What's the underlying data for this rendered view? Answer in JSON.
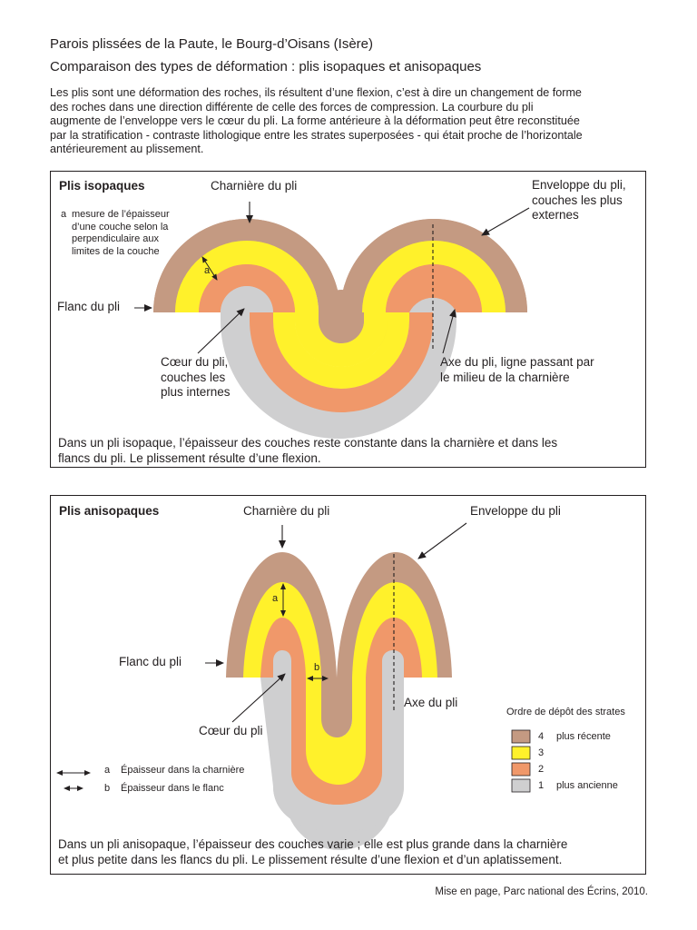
{
  "header": {
    "title": "Parois plissées de la Paute, le Bourg-d’Oisans (Isère)",
    "subtitle": "Comparaison des types de déformation : plis isopaques et anisopaques",
    "intro_lines": [
      "Les plis sont une déformation des roches, ils résultent d’une flexion, c’est à dire un changement de forme",
      "des roches dans une direction différente de celle des forces de compression. La courbure du pli",
      "augmente de l’enveloppe vers le cœur du pli. La forme antérieure à la déformation peut être reconstituée",
      "par la stratification - contraste lithologique entre les strates superposées - qui était proche de l’horizontale",
      "antérieurement au plissement."
    ]
  },
  "colors": {
    "layer4": "#c49a82",
    "layer3": "#fff12b",
    "layer2": "#f0986a",
    "layer1": "#cfcfd0",
    "ink": "#231f20"
  },
  "iso": {
    "title": "Plis isopaques",
    "charniere": "Charnière du pli",
    "enveloppe_lines": [
      "Enveloppe du pli,",
      "couches les plus",
      "externes"
    ],
    "a_marker": "a",
    "a_desc_lines": [
      "mesure de l’épaisseur",
      "d’une couche selon la",
      "perpendiculaire aux",
      "limites de la couche"
    ],
    "flanc": "Flanc du pli",
    "coeur_lines": [
      "Cœur du pli,",
      "couches les",
      "plus internes"
    ],
    "axe_lines": [
      "Axe du pli, ligne passant par",
      "le milieu de la charnière"
    ],
    "caption_lines": [
      "Dans un pli isopaque, l’épaisseur des couches reste constante dans la charnière et dans les",
      "flancs du pli. Le plissement résulte d’une flexion."
    ]
  },
  "aniso": {
    "title": "Plis anisopaques",
    "charniere": "Charnière du pli",
    "enveloppe": "Enveloppe du pli",
    "flanc": "Flanc du pli",
    "coeur": "Cœur du pli",
    "axe": "Axe du pli",
    "a_marker": "a",
    "b_marker": "b",
    "key_a_desc": "Épaisseur dans la charnière",
    "key_b_desc": "Épaisseur dans le flanc",
    "legend_title": "Ordre de dépôt des strates",
    "legend": [
      {
        "num": "4",
        "desc": "plus récente"
      },
      {
        "num": "3",
        "desc": ""
      },
      {
        "num": "2",
        "desc": ""
      },
      {
        "num": "1",
        "desc": "plus ancienne"
      }
    ],
    "caption_lines": [
      "Dans un pli anisopaque, l’épaisseur des couches varie ; elle est plus grande dans la charnière",
      "et plus petite dans les flancs du pli. Le plissement résulte d’une flexion et d’un aplatissement."
    ]
  },
  "footer": "Mise en page, Parc national des Écrins, 2010."
}
